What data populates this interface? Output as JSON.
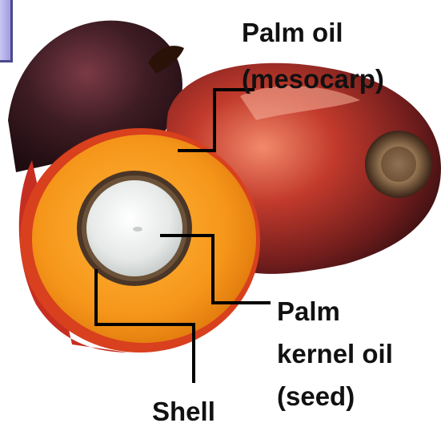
{
  "labels": {
    "palm_oil_line1": "Palm oil",
    "palm_oil_line2": "(mesocarp)",
    "kernel_line1": "Palm",
    "kernel_line2": "kernel oil",
    "kernel_line3": "(seed)",
    "shell": "Shell"
  },
  "colors": {
    "mesocarp": "#f59a1c",
    "shell": "#4a3526",
    "kernel": "#eef0ef",
    "fruit_dark": "#3a1a20",
    "fruit_red": "#b4302a",
    "leader_line": "#000000"
  },
  "icons": {
    "corner_tab": "slide-tab-icon"
  }
}
